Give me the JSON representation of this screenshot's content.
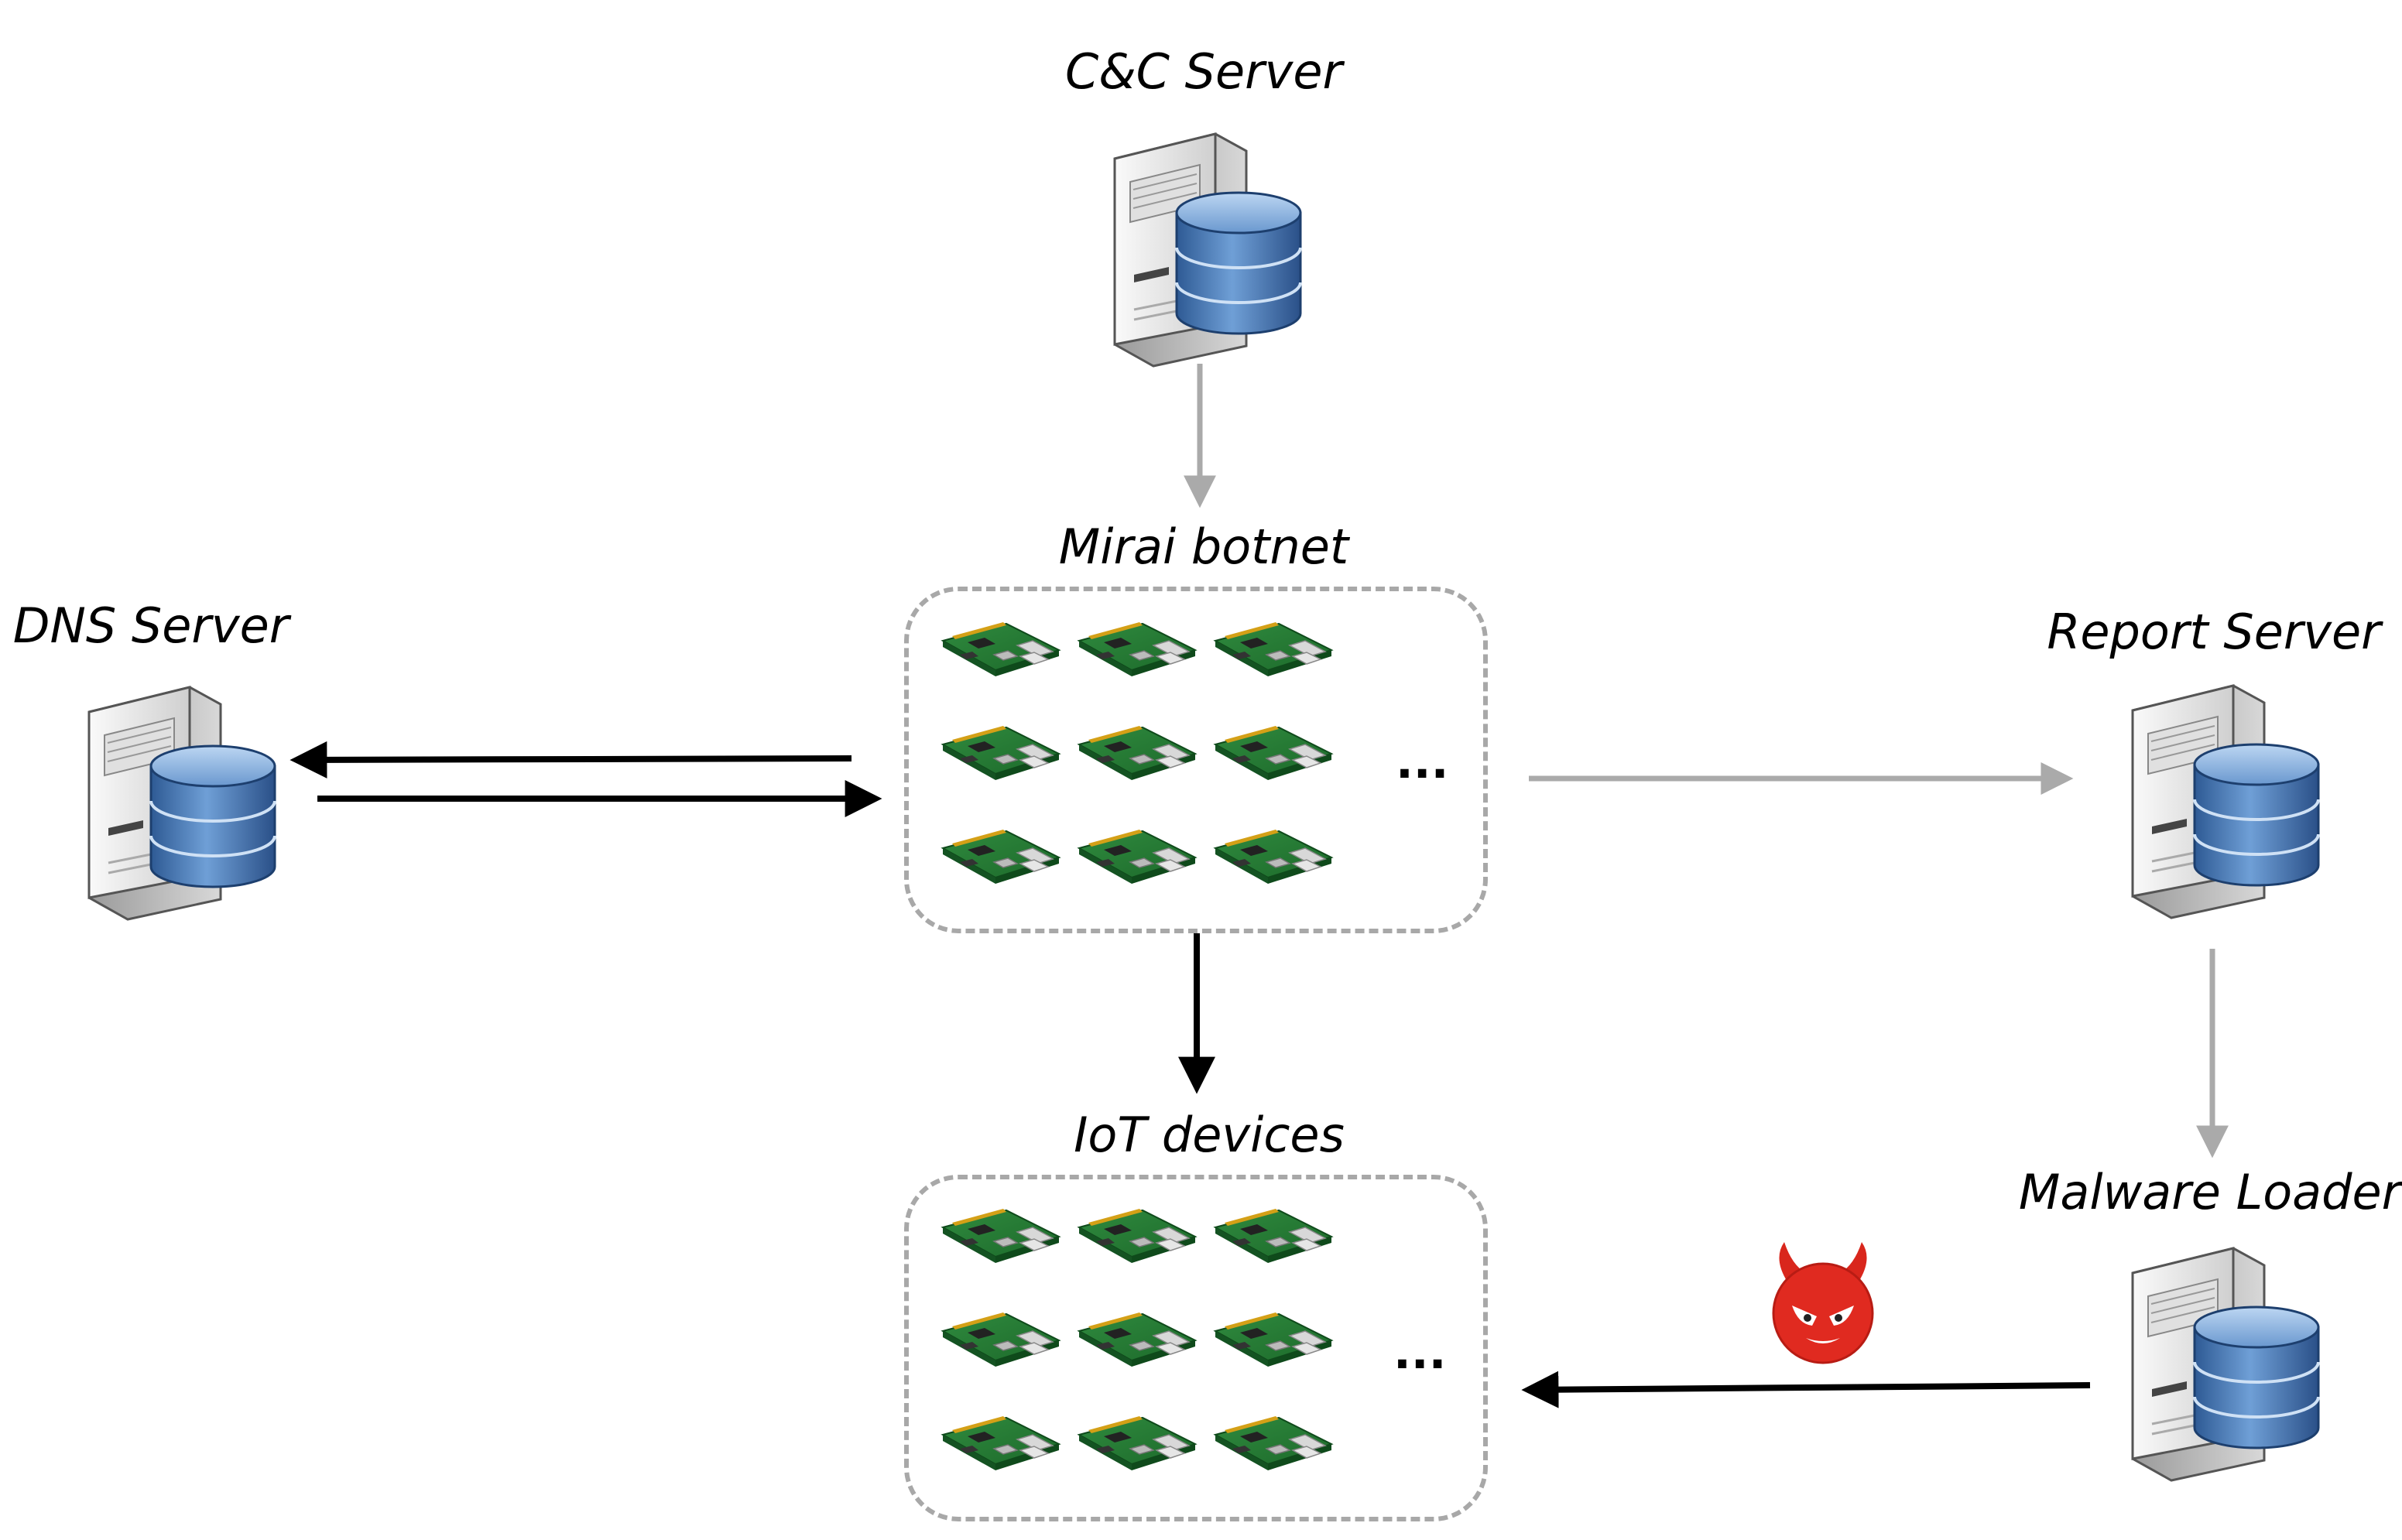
{
  "nodes": {
    "cnc": {
      "label": "C&C Server",
      "icon": "server-database-icon"
    },
    "dns": {
      "label": "DNS Server",
      "icon": "server-database-icon"
    },
    "report": {
      "label": "Report Server",
      "icon": "server-database-icon"
    },
    "loader": {
      "label": "Malware Loader",
      "icon": "server-database-icon"
    }
  },
  "groups": {
    "botnet": {
      "label": "Mirai botnet",
      "device_icon": "raspberry-pi-board-icon",
      "more": "..."
    },
    "iot": {
      "label": "IoT devices",
      "device_icon": "raspberry-pi-board-icon",
      "more": "..."
    }
  },
  "malware_icon": "red-devil-icon",
  "edges": [
    {
      "from": "cnc",
      "to": "botnet",
      "color": "#aaaaaa"
    },
    {
      "from": "botnet",
      "to": "dns",
      "color": "#000000"
    },
    {
      "from": "dns",
      "to": "botnet",
      "color": "#000000"
    },
    {
      "from": "botnet",
      "to": "report",
      "color": "#aaaaaa"
    },
    {
      "from": "botnet",
      "to": "iot",
      "color": "#000000"
    },
    {
      "from": "report",
      "to": "loader",
      "color": "#aaaaaa"
    },
    {
      "from": "loader",
      "to": "iot",
      "color": "#000000"
    }
  ]
}
